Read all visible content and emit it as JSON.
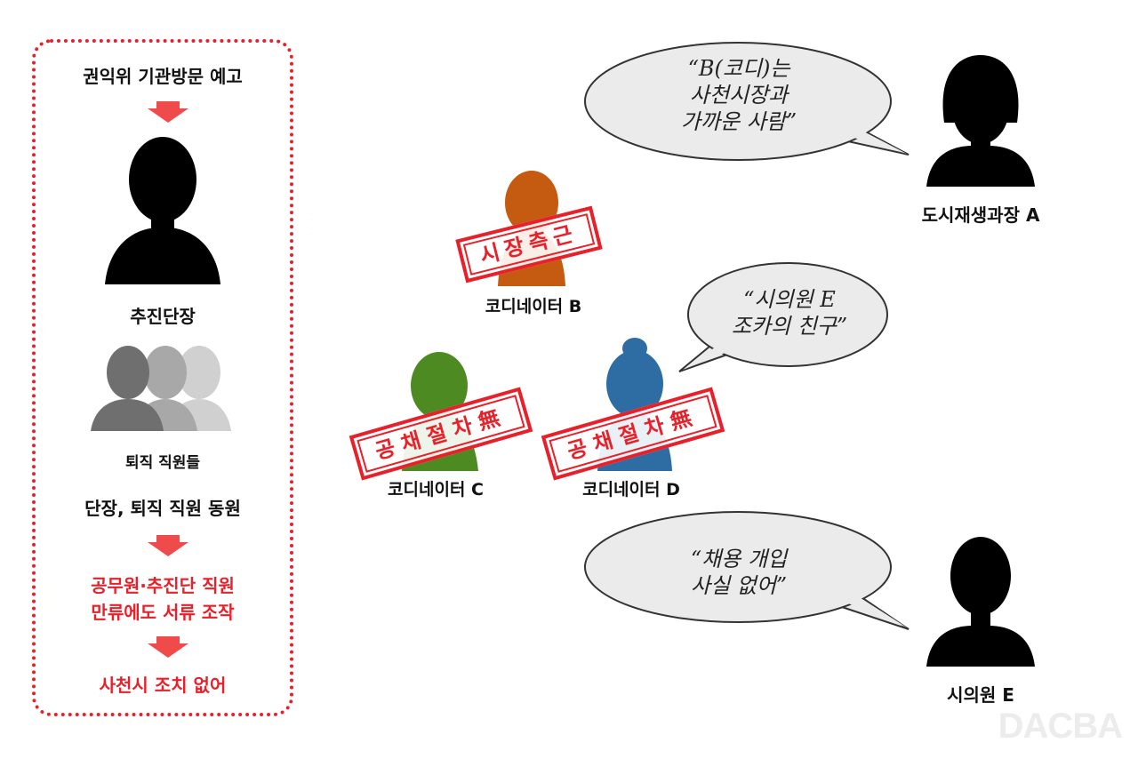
{
  "flow": {
    "step1": "권익위 기관방문 예고",
    "person1_label": "추진단장",
    "group_label": "퇴직 직원들",
    "step2": "단장, 퇴직 직원 동원",
    "step3_line1": "공무원·추진단 직원",
    "step3_line2": "만류에도 서류 조작",
    "step4": "사천시 조치 없어"
  },
  "people": {
    "a": "도시재생과장 A",
    "b": "코디네이터 B",
    "c": "코디네이터 C",
    "d": "코디네이터 D",
    "e": "시의원 E"
  },
  "quotes": {
    "a_line1": "“B(코디)는",
    "a_line2": "사천시장과",
    "a_line3": "가까운 사람”",
    "d_line1": "“시의원 E",
    "d_line2": "조카의 친구”",
    "e_line1": "“채용 개입",
    "e_line2": "사실 없어”"
  },
  "stamps": {
    "b": "시장측근",
    "c": "공채절차無",
    "d": "공채절차無"
  },
  "colors": {
    "accent_red": "#e8202a",
    "person_b": "#c55a11",
    "person_c": "#4e8a22",
    "person_d": "#2e6da4"
  },
  "watermark": "DACBA"
}
